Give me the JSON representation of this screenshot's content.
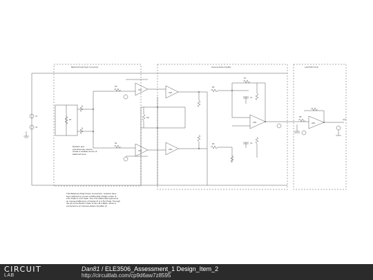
{
  "sections": {
    "left": "Balanced Peak Power Conversion",
    "mid": "Instrumentation Amplifier",
    "right": "Load Shift Circuit"
  },
  "notes": {
    "balance": "Resistor and potentiometer used to create a variable source of balanced input",
    "info": "This Balanced Peak Power Conversion, resistors have been adjusted to ensure a differential voltage output of 2.5V Peak to 2.0V Peak. The 2.5V differential represents an imposed difference of bipolar (0 to 2.5V) Peak. Through the pot at the Bottom Node of the LM-4 Bank, which is connected to an Instrumentation Amplifier IC."
  },
  "footer": {
    "author": "Dan81",
    "title": "ELE3506_Assessment_1 Design_Item_2",
    "url": "http://circuitlab.com/cp9d6aw7z8595",
    "logo_top": "CIRCUIT",
    "logo_bottom": "LAB"
  },
  "labels": {
    "v1": "V1",
    "v2": "V2",
    "pot": "R2",
    "opa1": "OPA",
    "opa2": "OPA",
    "opa3": "OPA",
    "opa4": "OPA",
    "opa5": "OPA",
    "opa6": "OPA",
    "r_top": "R3",
    "r_bot": "R4",
    "rg": "RG",
    "r5": "R5",
    "r6": "R6",
    "r7": "R7",
    "r8": "R8",
    "c1": "C1",
    "c2": "C2",
    "out": "OUT"
  }
}
